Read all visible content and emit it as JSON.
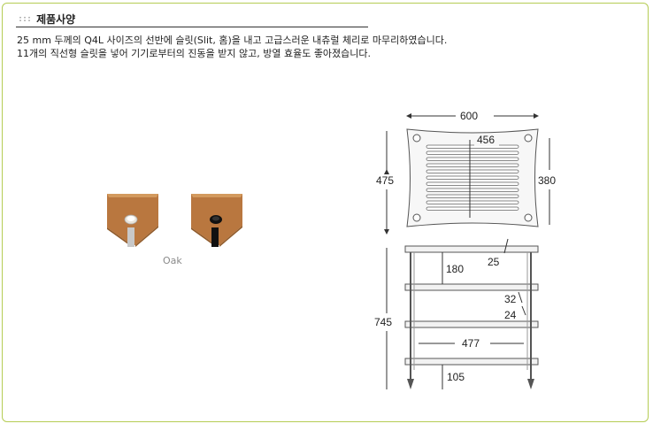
{
  "section": {
    "dots": ":::",
    "title": "제품사양"
  },
  "description": {
    "line1": "25 mm 두께의 Q4L 사이즈의 선반에 슬릿(Slit, 홈)을 내고 고급스러운 내츄럴 체리로 마무리하였습니다.",
    "line2": "11개의 직선형 슬릿을 넣어 기기로부터의 진동을 받지 않고, 방열 효율도 좋아졌습니다."
  },
  "finish": {
    "label": "Oak",
    "colors": {
      "wood": "#b9773f",
      "wood_dark": "#8f5a2a",
      "cap_light": "#e9e4da",
      "cap_dark": "#111111"
    }
  },
  "dimensions": {
    "top_width": "600",
    "slot_width": "456",
    "top_depth": "475",
    "slot_depth": "380",
    "height_total": "745",
    "shelf_gap": "180",
    "shelf_thickness": "25",
    "gap_32": "32",
    "gap_24": "24",
    "inner_width": "477",
    "foot_height": "105"
  },
  "colors": {
    "border": "#b5cc54"
  }
}
